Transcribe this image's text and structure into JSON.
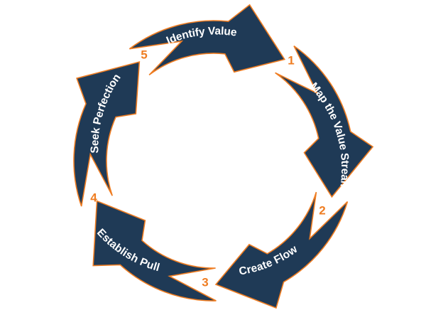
{
  "cycle": {
    "colors": {
      "fill": "#1f3a56",
      "outline": "#ef7d22",
      "label_text": "#ffffff",
      "number_text": "#ef7d22",
      "background": "#ffffff"
    },
    "steps": [
      {
        "number": "1",
        "label": "Identify Value"
      },
      {
        "number": "2",
        "label": "Map the Value Stream"
      },
      {
        "number": "3",
        "label": "Create Flow"
      },
      {
        "number": "4",
        "label": "Establish Pull"
      },
      {
        "number": "5",
        "label": "Seek Perfection"
      }
    ]
  }
}
